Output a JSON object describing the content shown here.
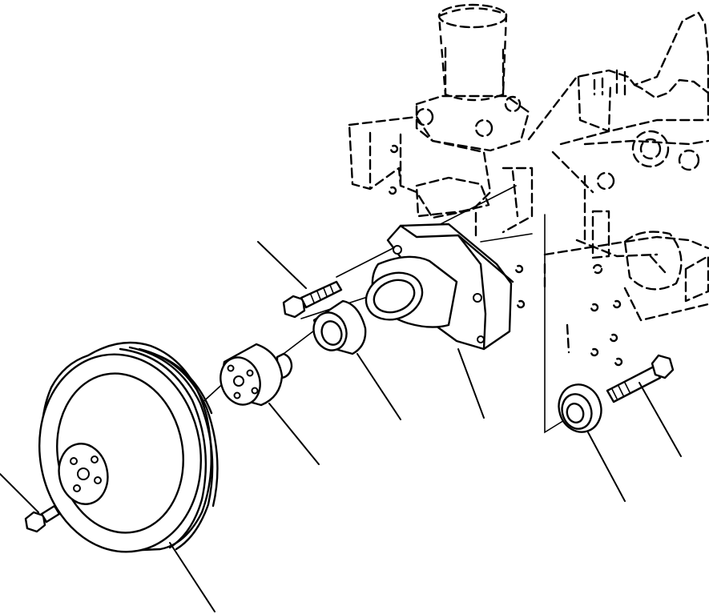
{
  "diagram": {
    "parts": [
      "engine-block",
      "water-pump-housing",
      "bearing",
      "pump-hub",
      "fan-pulley",
      "pulley-bolt",
      "housing-bolt",
      "idler-pulley",
      "idler-bolt"
    ]
  }
}
